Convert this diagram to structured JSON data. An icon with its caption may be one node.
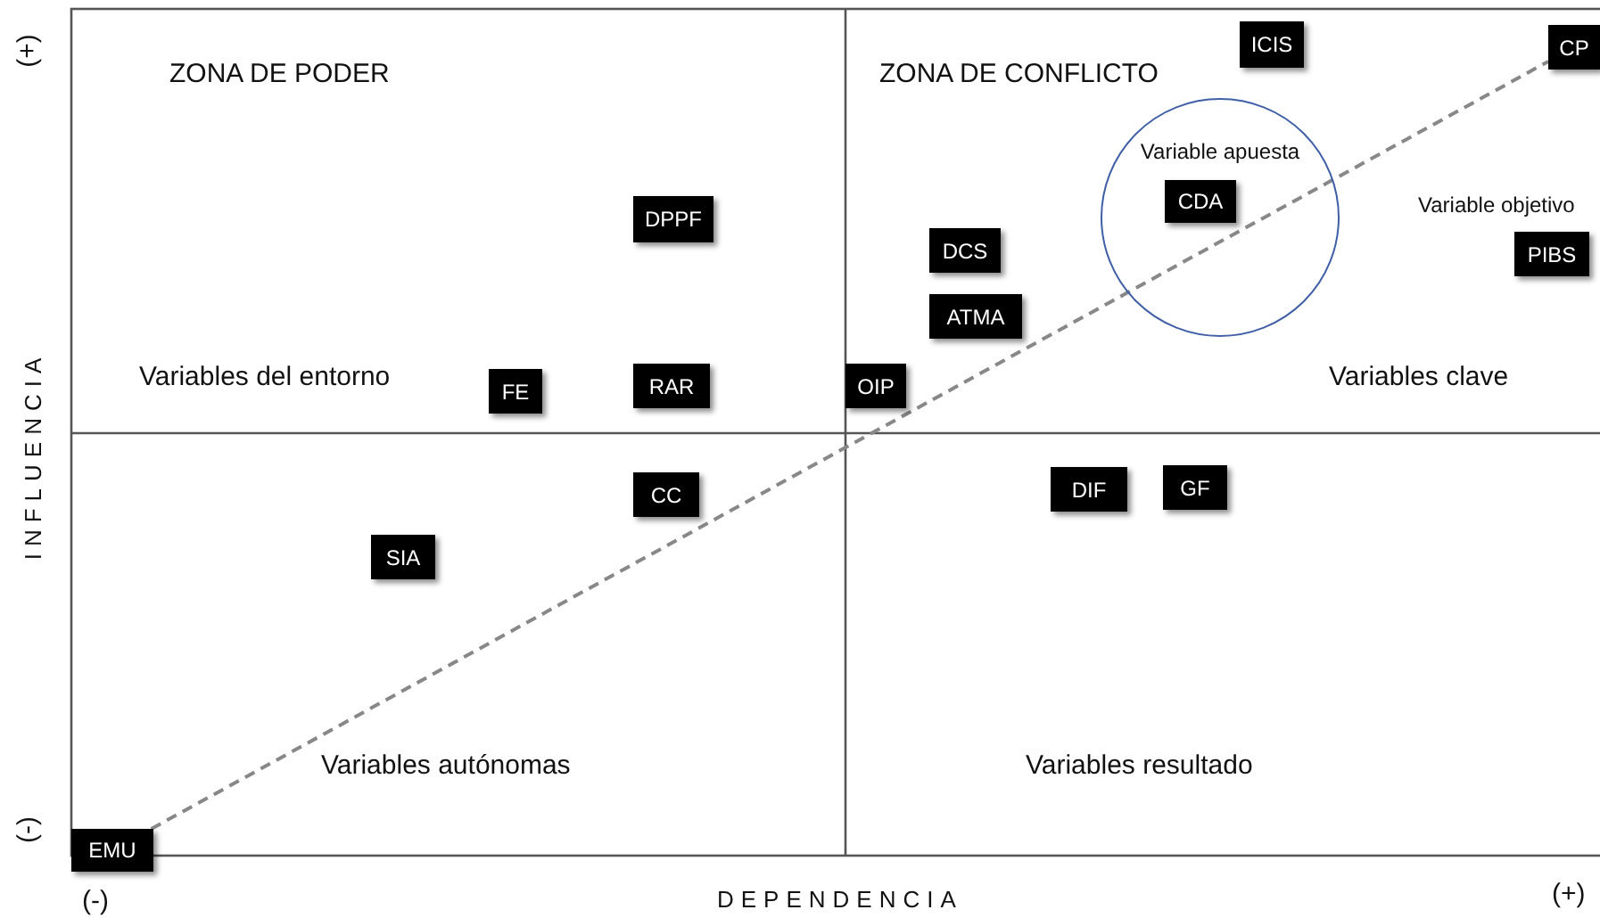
{
  "diagram": {
    "nodes": [
      {
        "text": [
          "ICIS"
        ]
      },
      {
        "text": [
          "CP"
        ]
      },
      {
        "text": [
          "Variable apuesta"
        ]
      },
      {
        "text": [
          "CDA"
        ],
        "in": 2
      },
      {
        "text": [
          "DPPF"
        ]
      },
      {
        "text": [
          "DCS"
        ]
      },
      {
        "text": [
          "PIBS"
        ],
        "beside": [
          "Variable objetivo"
        ]
      },
      {
        "text": [
          "ATMA"
        ]
      },
      {
        "text": [
          "FE"
        ]
      },
      {
        "text": [
          "RAR"
        ]
      },
      {
        "text": [
          "OIP"
        ]
      },
      {
        "text": [
          "CC"
        ]
      },
      {
        "text": [
          "DIF"
        ]
      },
      {
        "text": [
          "GF"
        ]
      },
      {
        "text": [
          "SIA"
        ]
      },
      {
        "text": [
          "EMU"
        ]
      }
    ],
    "edges": [
      {
        "from": 15,
        "to": 1,
        "arrow": "none",
        "style": "dashed",
        "color": "#888888"
      }
    ],
    "labels": [
      "(+)",
      "ZONA DE PODER",
      "ZONA DE CONFLICTO",
      "Variables del entorno",
      "Variables clave",
      "INFLUENCIA",
      "Variables autónomas",
      "Variables resultado",
      "(-)",
      "(-)",
      "DEPENDENCIA",
      "(+)"
    ]
  }
}
